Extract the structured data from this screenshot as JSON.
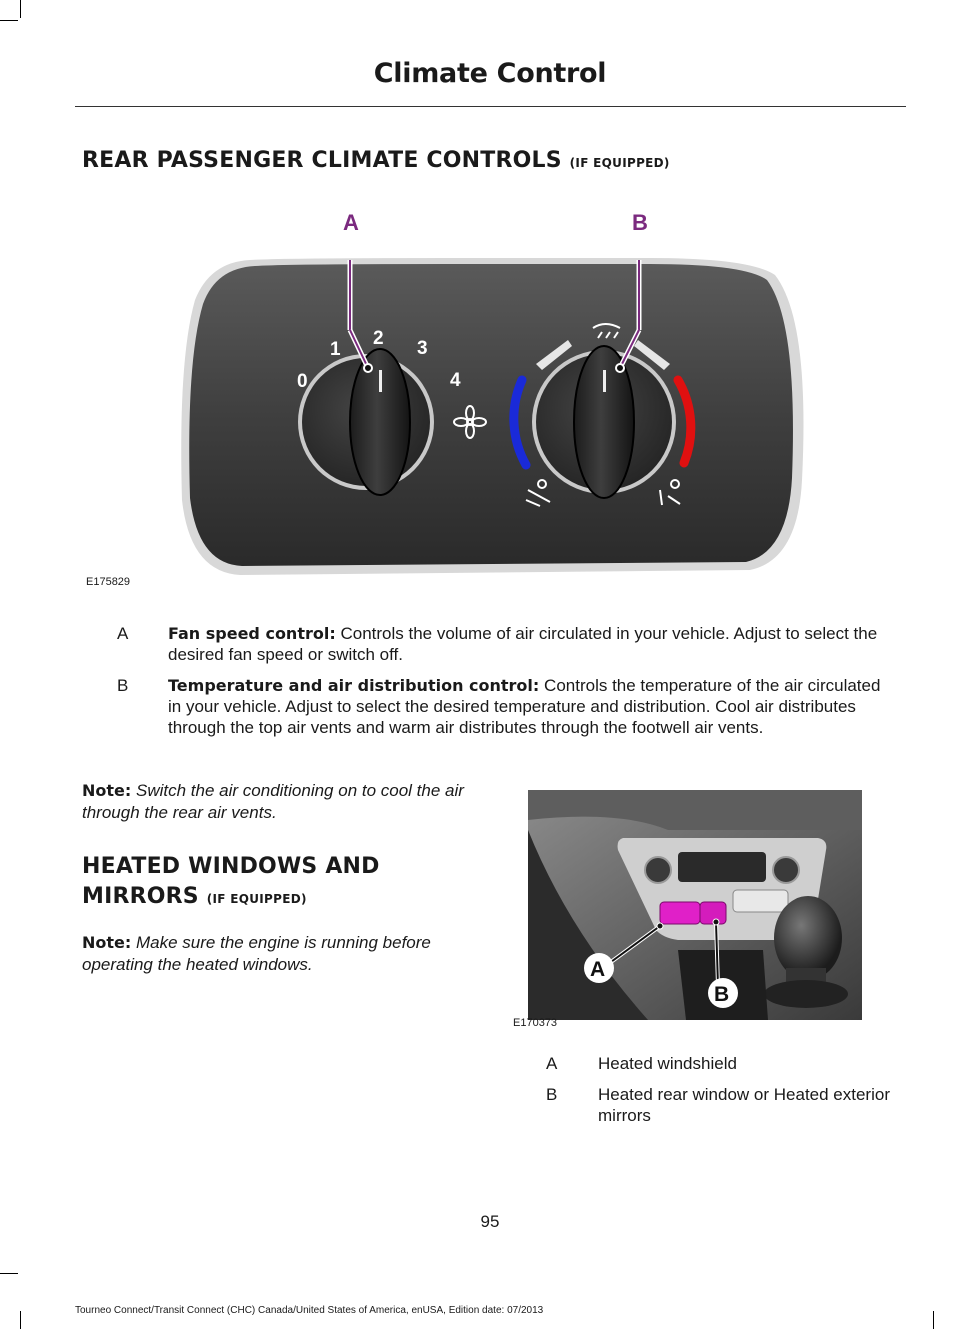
{
  "header": {
    "title": "Climate Control"
  },
  "rear_section": {
    "heading": "REAR PASSENGER CLIMATE CONTROLS",
    "heading_suffix": "(IF EQUIPPED)",
    "figure": {
      "code": "E175829",
      "callout_a": "A",
      "callout_b": "B",
      "fan_speed_labels": [
        "0",
        "1",
        "2",
        "3",
        "4"
      ],
      "icons": [
        "fan-icon",
        "windshield-vent-icon",
        "face-vent-icon",
        "footwell-vent-icon",
        "foot-face-vent-icon"
      ],
      "colors": {
        "callout": "#7b2a7f",
        "cold": "#1a2ad8",
        "hot": "#e01010"
      }
    },
    "items": [
      {
        "letter": "A",
        "term": "Fan speed control:",
        "text": "Controls the volume of air circulated in your vehicle. Adjust to select the desired fan speed or switch off."
      },
      {
        "letter": "B",
        "term": "Temperature and air distribution control:",
        "text": "Controls the temperature of the air circulated in your vehicle. Adjust to select the desired temperature and distribution. Cool air distributes through the top air vents and warm air distributes through the footwell air vents."
      }
    ]
  },
  "note1": {
    "label": "Note:",
    "text": "Switch the air conditioning on to cool the air through the rear air vents."
  },
  "heated_section": {
    "heading_line1": "HEATED WINDOWS AND",
    "heading_line2": "MIRRORS",
    "heading_suffix": "(IF EQUIPPED)",
    "figure": {
      "code": "E170373",
      "callout_a": "A",
      "callout_b": "B",
      "colors": {
        "highlight": "#e020c8"
      }
    },
    "items": [
      {
        "letter": "A",
        "text": "Heated windshield"
      },
      {
        "letter": "B",
        "text": "Heated rear window or Heated exterior mirrors"
      }
    ]
  },
  "note2": {
    "label": "Note:",
    "text": "Make sure the engine is running before operating the heated windows."
  },
  "page_number": "95",
  "footer": "Tourneo Connect/Transit Connect (CHC) Canada/United States of America, enUSA, Edition date: 07/2013"
}
